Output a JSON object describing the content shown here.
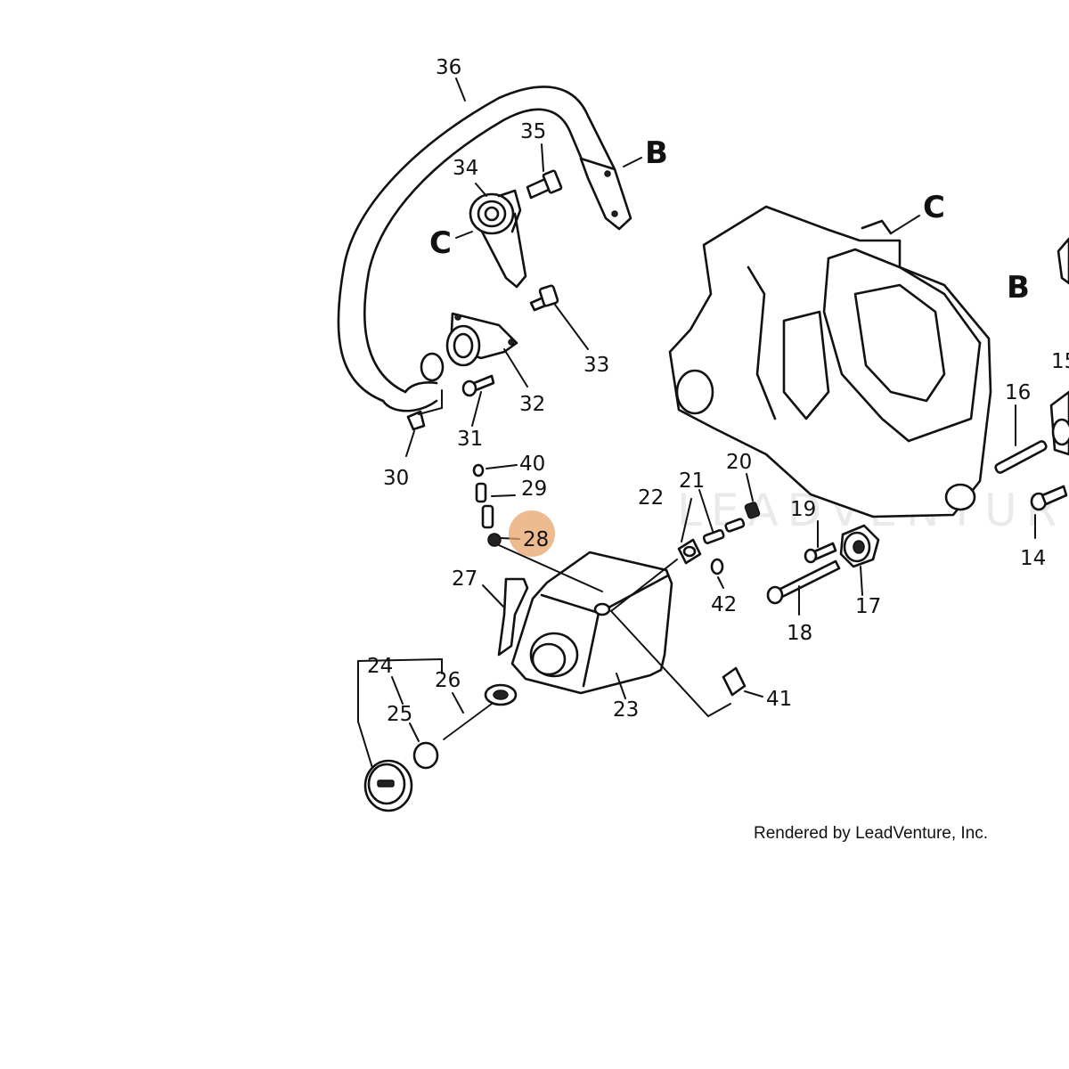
{
  "callouts": {
    "n14": "14",
    "n15": "15",
    "n16": "16",
    "n17": "17",
    "n18": "18",
    "n19": "19",
    "n20": "20",
    "n21": "21",
    "n22": "22",
    "n23": "23",
    "n24": "24",
    "n25": "25",
    "n26": "26",
    "n27": "27",
    "n28": "28",
    "n29": "29",
    "n30": "30",
    "n31": "31",
    "n32": "32",
    "n33": "33",
    "n34": "34",
    "n35": "35",
    "n36": "36",
    "n40": "40",
    "n41": "41",
    "n42": "42"
  },
  "letters": {
    "b1": "B",
    "b2": "B",
    "c1": "C",
    "c2": "C"
  },
  "watermark": "LEADVENTURE",
  "credit": "Rendered by LeadVenture, Inc.",
  "highlight": {
    "part": "28",
    "color": "#e8a36a"
  }
}
